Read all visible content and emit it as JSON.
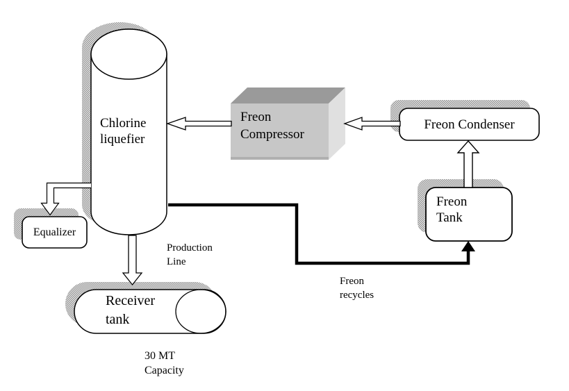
{
  "diagram": {
    "type": "process-flow",
    "nodes": {
      "chlorine_liquefier": {
        "shape": "vertical-cylinder",
        "lines": [
          "Chlorine",
          "liquefier"
        ]
      },
      "freon_compressor": {
        "shape": "3d-box",
        "lines": [
          "Freon",
          "Compressor"
        ]
      },
      "freon_condenser": {
        "shape": "rounded-rect",
        "label": "Freon Condenser"
      },
      "freon_tank": {
        "shape": "rounded-rect",
        "lines": [
          "Freon",
          "Tank"
        ]
      },
      "equalizer": {
        "shape": "rounded-rect",
        "label": "Equalizer"
      },
      "receiver_tank": {
        "shape": "horizontal-cylinder",
        "lines": [
          "Receiver",
          "tank"
        ]
      }
    },
    "annotations": {
      "production_line": {
        "lines": [
          "Production",
          "Line"
        ]
      },
      "freon_recycles": {
        "lines": [
          "Freon",
          "recycles"
        ]
      },
      "capacity": {
        "lines": [
          "30 MT",
          "Capacity"
        ]
      }
    },
    "flows": [
      {
        "from": "freon_compressor",
        "to": "chlorine_liquefier",
        "style": "hollow-arrow"
      },
      {
        "from": "freon_condenser",
        "to": "freon_compressor",
        "style": "hollow-arrow"
      },
      {
        "from": "freon_tank",
        "to": "freon_condenser",
        "style": "hollow-arrow"
      },
      {
        "from": "chlorine_liquefier",
        "to": "equalizer",
        "style": "hollow-arrow-pipe"
      },
      {
        "from": "chlorine_liquefier",
        "to": "receiver_tank",
        "style": "hollow-arrow"
      },
      {
        "from": "chlorine_liquefier",
        "to": "freon_tank",
        "style": "thick-solid-arrow"
      }
    ],
    "colors": {
      "background": "#ffffff",
      "outline": "#000000",
      "shadow_stipple_dark": "#949494",
      "shadow_stipple_light": "#e8e8e8",
      "compressor_front": "#c7c7c7",
      "compressor_top": "#9a9a9a",
      "compressor_side": "#e0e0e0",
      "compressor_bottom_edge": "#b0b0b0"
    }
  }
}
